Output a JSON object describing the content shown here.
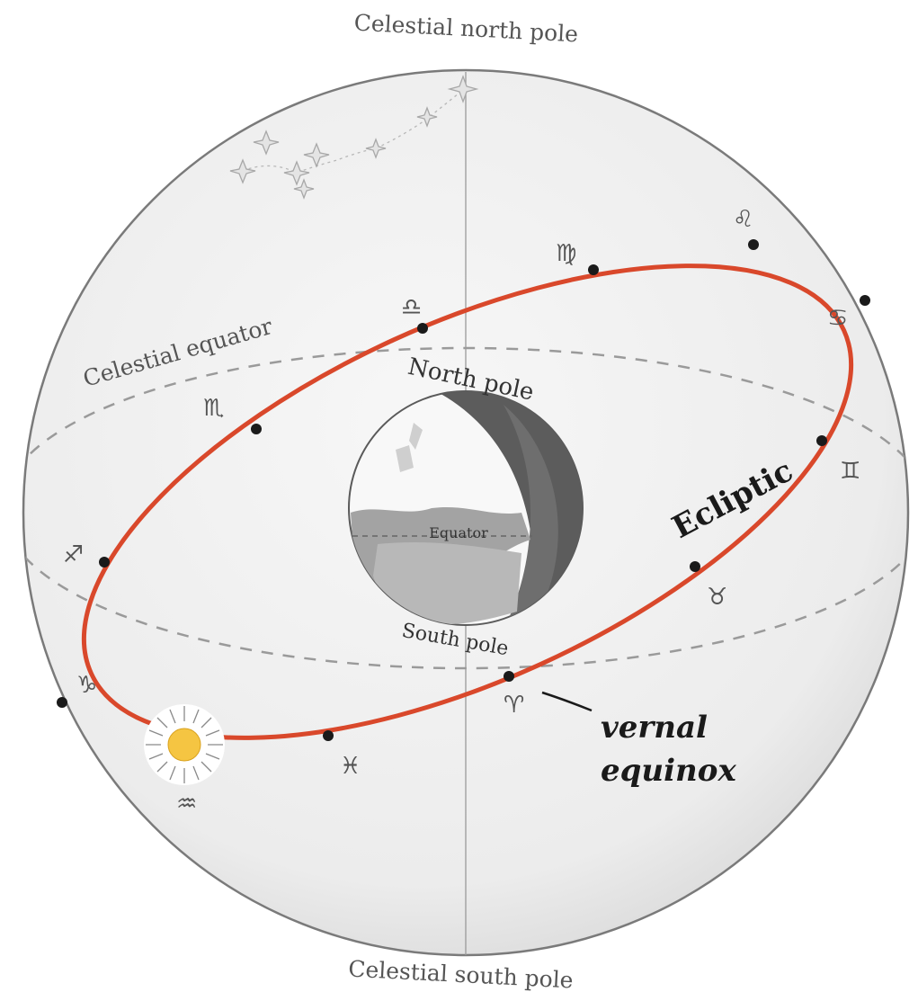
{
  "labels": {
    "top": "Celestial north pole",
    "bottom": "Celestial south pole",
    "celestial_equator": "Celestial equator",
    "north_pole": "North pole",
    "south_pole": "South pole",
    "equator": "Equator",
    "ecliptic": "Ecliptic",
    "vernal": "vernal",
    "equinox": "equinox"
  },
  "zodiac": {
    "leo": "♌",
    "virgo": "♍",
    "libra": "♎",
    "scorpio": "♏",
    "sagittarius": "♐",
    "capricorn": "♑",
    "aquarius": "♒",
    "pisces": "♓",
    "aries": "♈",
    "taurus": "♉",
    "gemini": "♊",
    "cancer": "♋"
  },
  "colors": {
    "ecliptic": "#d9482b",
    "sun": "#f5c542",
    "sphere_fill": "#efefef",
    "sphere_stroke": "#777777",
    "earth_dark": "#5a5a5a",
    "earth_light": "#f7f7f7"
  },
  "icons": {
    "sun": "sun-icon",
    "stars": "big-dipper-stars",
    "earth": "earth-globe"
  }
}
